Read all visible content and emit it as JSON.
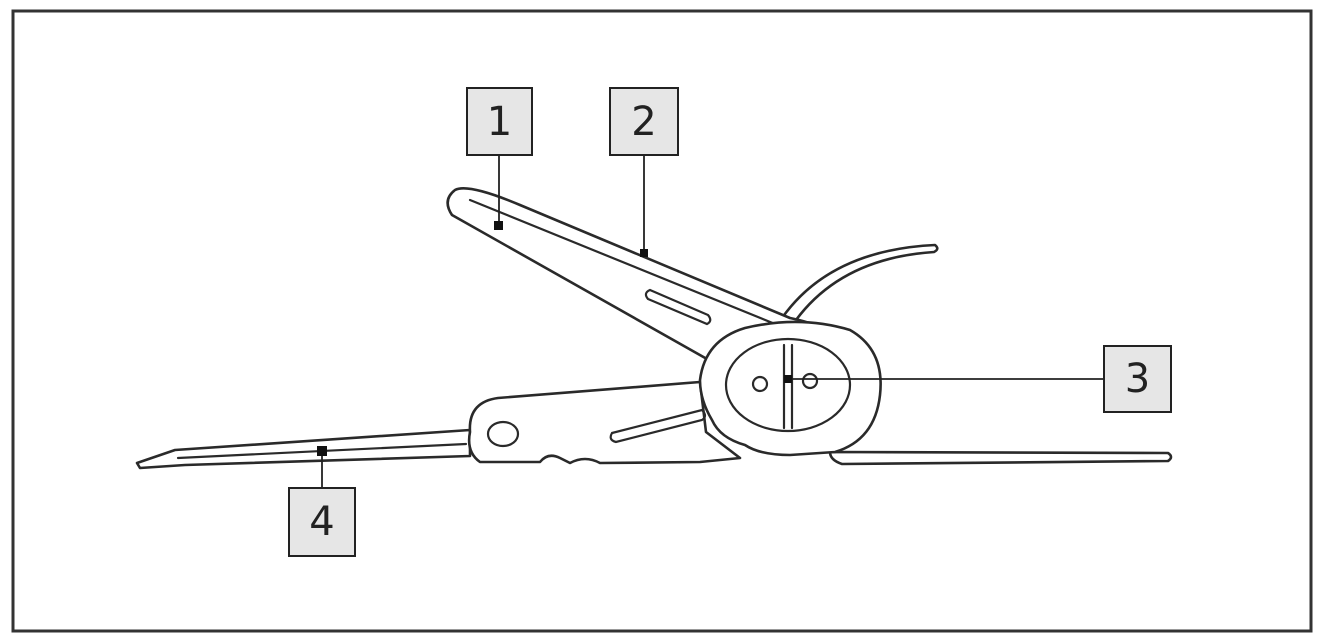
{
  "colors": {
    "frame": "#333333",
    "callout_fill": "#e6e6e6",
    "line": "#2a2a2a"
  },
  "callouts": [
    {
      "id": "1",
      "label": "1"
    },
    {
      "id": "2",
      "label": "2"
    },
    {
      "id": "3",
      "label": "3"
    },
    {
      "id": "4",
      "label": "4"
    }
  ]
}
